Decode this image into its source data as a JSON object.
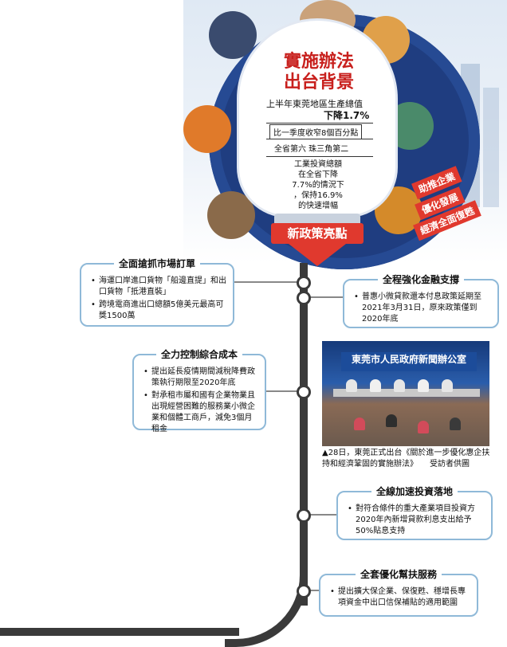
{
  "background": {
    "title": "實施辦法\n出台背景",
    "stat1_label": "上半年東莞地區生產總值",
    "stat1_value": "下降1.7%",
    "stat2": "比一季度收窄8個百分點",
    "stat3": "全省第六  珠三角第二",
    "stat4": "工業投資總額\n在全省下降\n7.7%的情況下\n，保持16.9%\n的快速增幅",
    "new_policy": "新政策亮點"
  },
  "tags": [
    "助推企業",
    "優化發展",
    "經濟全面復甦"
  ],
  "cards": {
    "market": {
      "title": "全面搶抓市場訂單",
      "bullets": [
        "海運口岸進口貨物「船邊直提」和出口貨物「抵港直裝」",
        "跨境電商進出口總額5億美元最高可獎1500萬"
      ]
    },
    "finance": {
      "title": "全程強化金融支撐",
      "bullets": [
        "普惠小微貸款還本付息政策延期至2021年3月31日，原來政策僅到2020年底"
      ]
    },
    "cost": {
      "title": "全力控制綜合成本",
      "bullets": [
        "提出延長疫情期間減稅降費政策執行期限至2020年底",
        "對承租市屬和國有企業物業且出現經營困難的服務業小微企業和個體工商戶，減免3個月租金"
      ]
    },
    "invest": {
      "title": "全線加速投資落地",
      "bullets": [
        "對符合條件的重大產業項目投資方2020年內新增貸款利息支出給予50%貼息支持"
      ]
    },
    "service": {
      "title": "全套優化幫扶服務",
      "bullets": [
        "提出擴大保企業、保復甦、穩增長專項資金中出口信保補貼的適用範圍"
      ]
    }
  },
  "photo": {
    "banner": "東莞市人民政府新聞辦公室",
    "caption": "▲28日，東莞正式出台《關於進一步優化惠企扶持和經濟鞏固的實施辦法》　　受訪者供圖"
  },
  "colors": {
    "red": "#e0392e",
    "navy": "#1f3d80",
    "border": "#8fb9d8"
  }
}
